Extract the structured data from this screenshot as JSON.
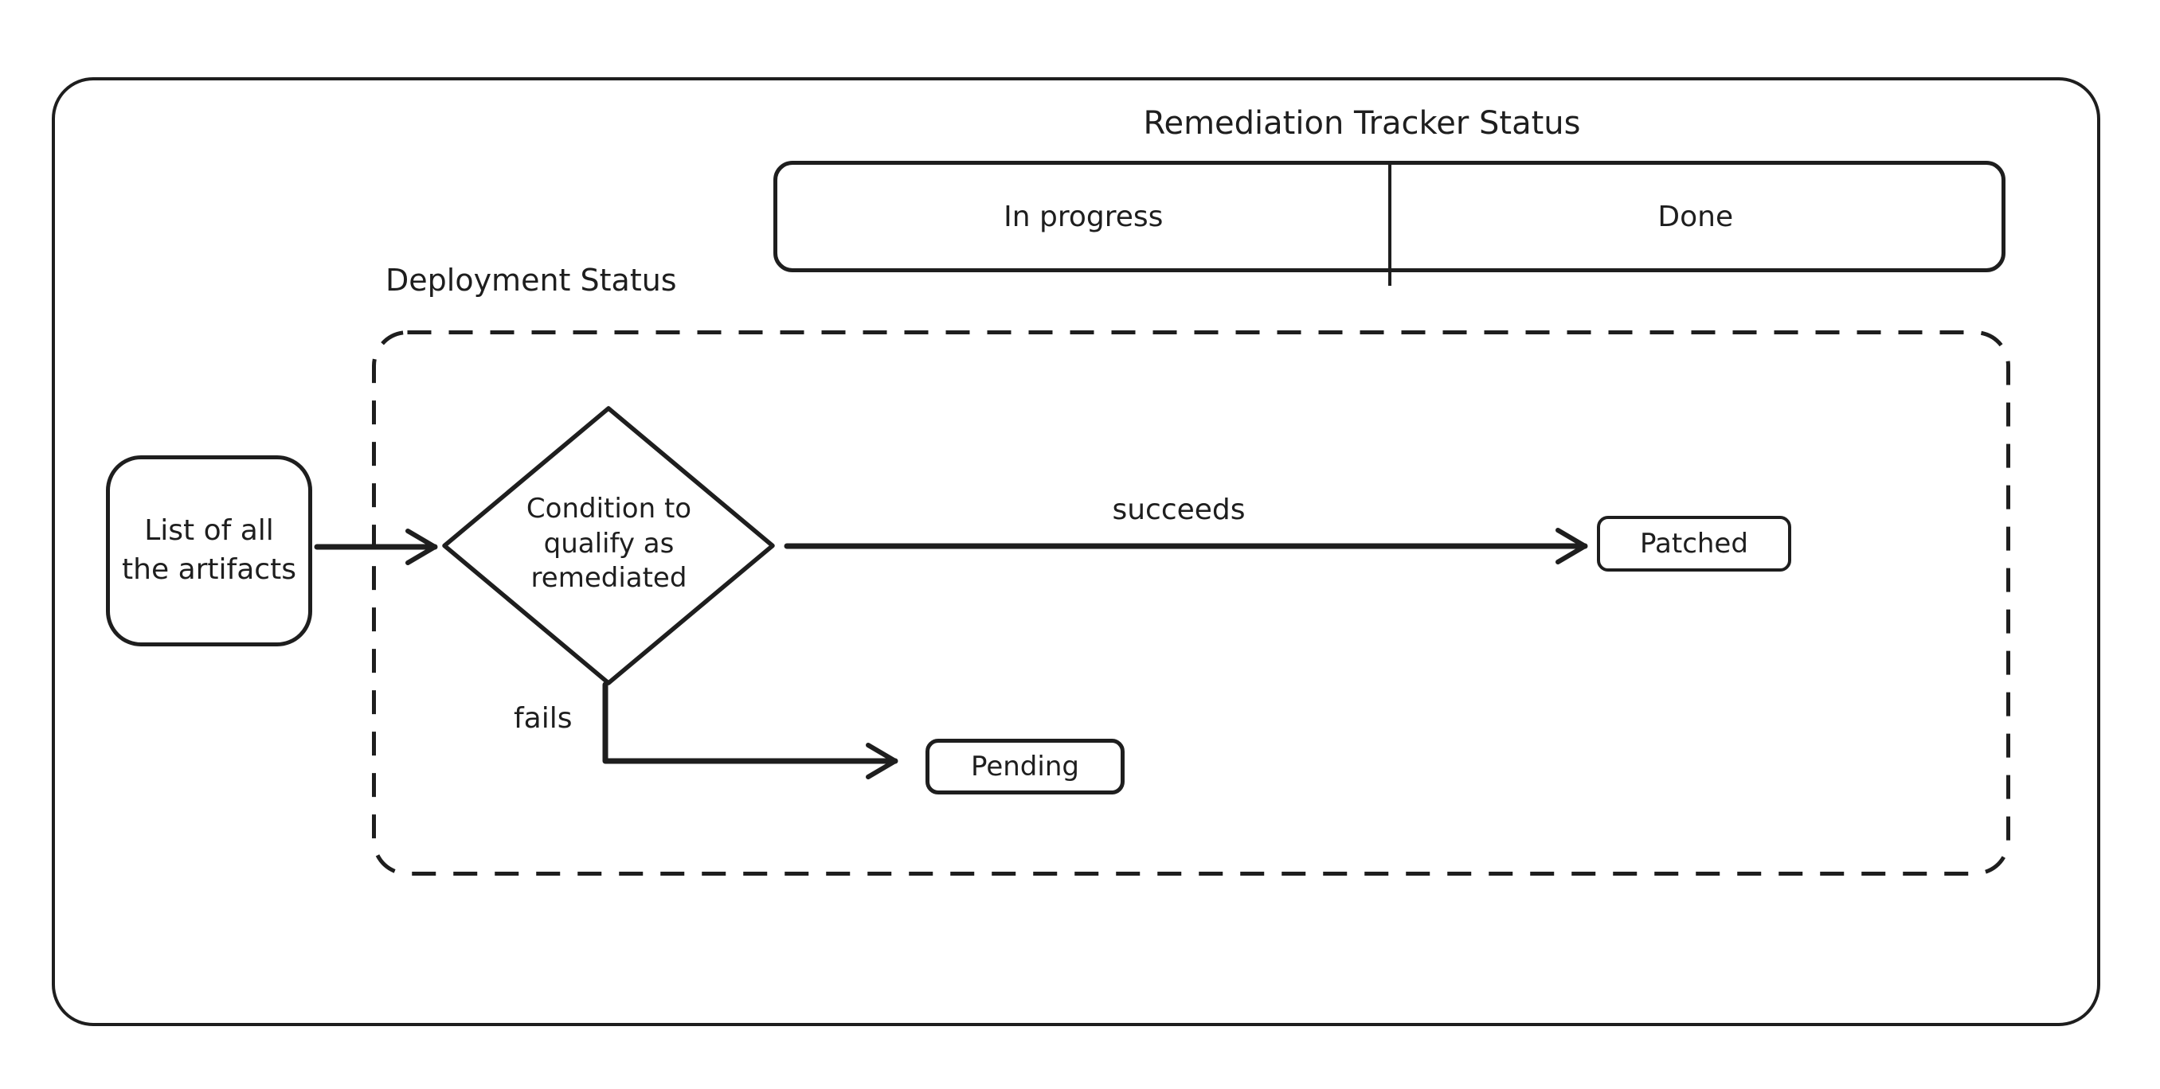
{
  "colors": {
    "stroke": "#1e1e1e",
    "background": "#ffffff"
  },
  "title": "Remediation Tracker Status",
  "tracker_bar": {
    "in_progress": "In progress",
    "done": "Done"
  },
  "deployment": {
    "label": "Deployment Status"
  },
  "nodes": {
    "artifacts": {
      "line1": "List of all",
      "line2": "the artifacts"
    },
    "condition": {
      "line1": "Condition to",
      "line2": "qualify as",
      "line3": "remediated"
    },
    "patched": {
      "label": "Patched"
    },
    "pending": {
      "label": "Pending"
    }
  },
  "edges": {
    "succeeds": {
      "label": "succeeds"
    },
    "fails": {
      "label": "fails"
    }
  }
}
